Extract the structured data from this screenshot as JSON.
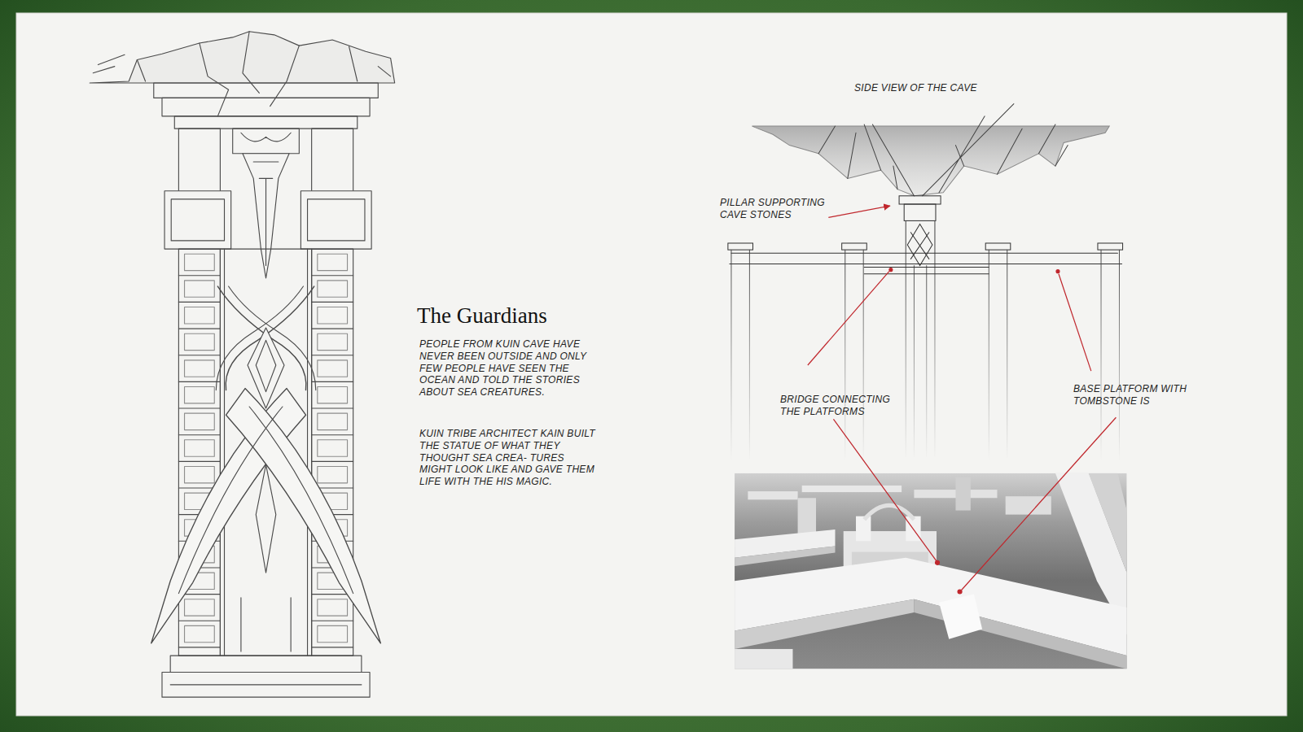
{
  "diagram": {
    "title": "The Guardians",
    "labels": [
      "PEOPLE FROM KUIN CAVE HAVE NEVER BEEN OUTSIDE AND ONLY FEW PEOPLE HAVE SEEN THE OCEAN AND TOLD THE STORIES ABOUT SEA CREATURES.",
      "KUIN TRIBE ARCHITECT KAIN BUILT THE STATUE OF WHAT THEY THOUGHT SEA CREA- TURES MIGHT LOOK LIKE AND GAVE THEM LIFE WITH THE HIS MAGIC.",
      "SIDE VIEW OF THE CAVE",
      "PILLAR SUPPORTING CAVE STONES",
      "BRIDGE CONNECTING THE PLATFORMS",
      "BASE PLATFORM WITH TOMBSTONE IS"
    ]
  }
}
